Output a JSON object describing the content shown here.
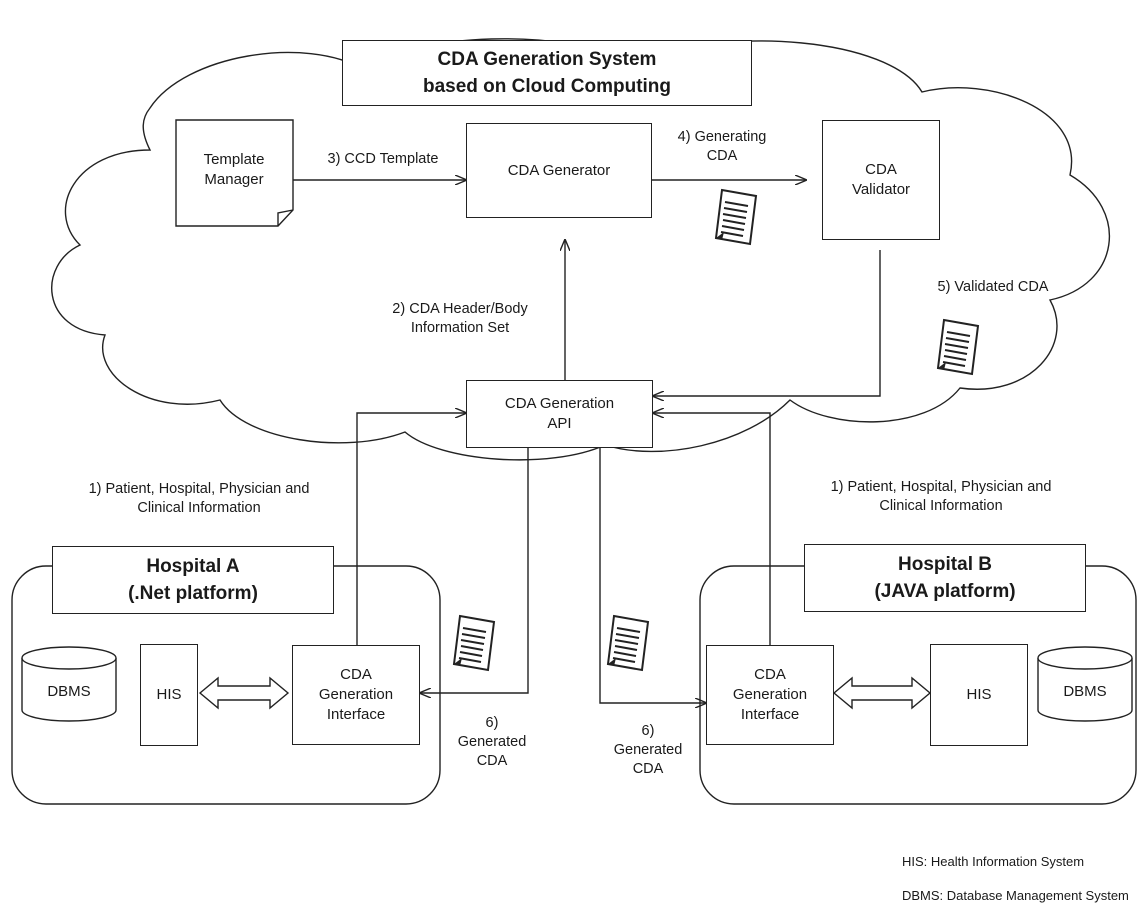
{
  "title": "CDA Generation System\nbased on Cloud Computing",
  "nodes": {
    "template_manager": "Template\nManager",
    "cda_generator": "CDA Generator",
    "cda_validator": "CDA\nValidator",
    "cda_generation_api": "CDA Generation\nAPI",
    "hospital_a": {
      "title": "Hospital A\n(.Net platform)",
      "dbms": "DBMS",
      "his": "HIS",
      "interface": "CDA\nGeneration\nInterface"
    },
    "hospital_b": {
      "title": "Hospital B\n(JAVA platform)",
      "dbms": "DBMS",
      "his": "HIS",
      "interface": "CDA\nGeneration\nInterface"
    }
  },
  "edge_labels": {
    "step1_a": "1) Patient, Hospital, Physician and\nClinical Information",
    "step1_b": "1) Patient, Hospital, Physician and\nClinical Information",
    "step2": "2) CDA Header/Body\nInformation Set",
    "step3": "3) CCD Template",
    "step4": "4) Generating\nCDA",
    "step5": "5) Validated CDA",
    "step6_a": "6)\nGenerated\nCDA",
    "step6_b": "6)\nGenerated\nCDA"
  },
  "legend": {
    "line1": "HIS: Health Information System",
    "line2": "DBMS: Database Management System"
  }
}
